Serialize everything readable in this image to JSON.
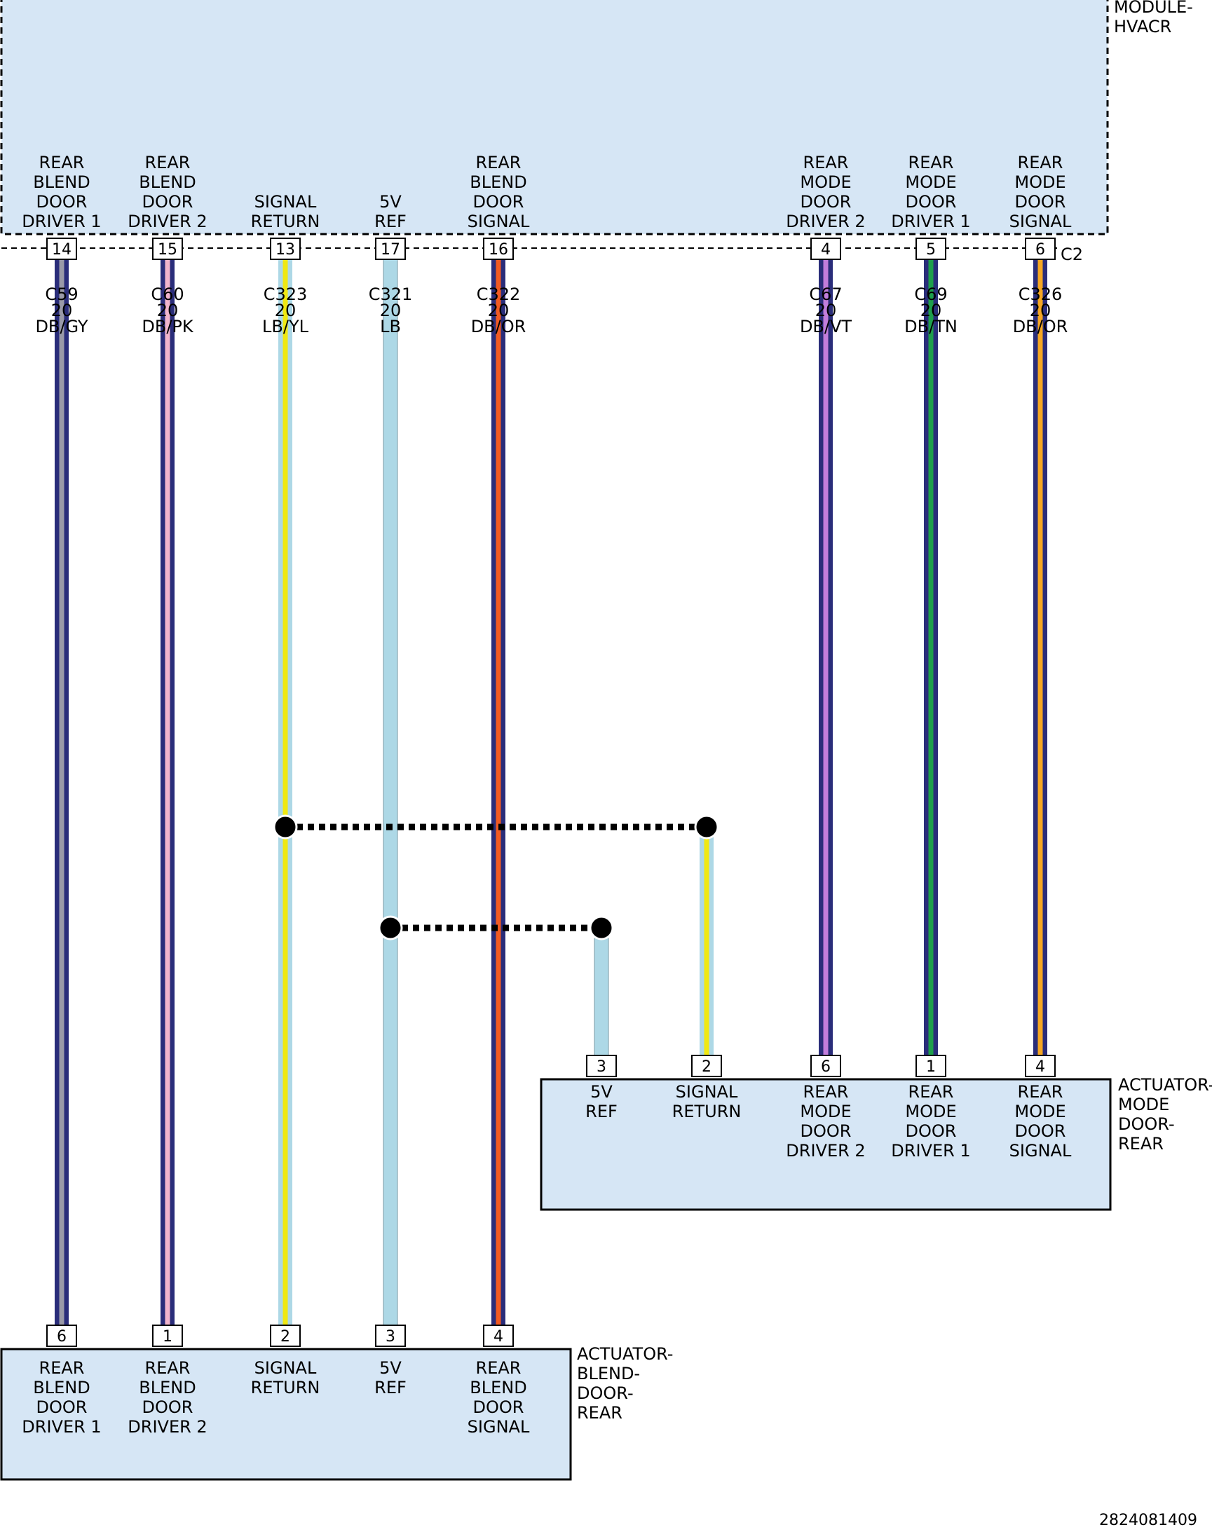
{
  "module": {
    "name_lines": [
      "MODULE-",
      "HVACR"
    ],
    "connector": "C2",
    "pins": [
      {
        "pin": "14",
        "func": [
          "REAR",
          "BLEND",
          "DOOR",
          "DRIVER 1"
        ]
      },
      {
        "pin": "15",
        "func": [
          "REAR",
          "BLEND",
          "DOOR",
          "DRIVER 2"
        ]
      },
      {
        "pin": "13",
        "func": [
          "SIGNAL",
          "RETURN"
        ]
      },
      {
        "pin": "17",
        "func": [
          "5V",
          "REF"
        ]
      },
      {
        "pin": "16",
        "func": [
          "REAR",
          "BLEND",
          "DOOR",
          "SIGNAL"
        ]
      },
      {
        "pin": "4",
        "func": [
          "REAR",
          "MODE",
          "DOOR",
          "DRIVER 2"
        ]
      },
      {
        "pin": "5",
        "func": [
          "REAR",
          "MODE",
          "DOOR",
          "DRIVER 1"
        ]
      },
      {
        "pin": "6",
        "func": [
          "REAR",
          "MODE",
          "DOOR",
          "SIGNAL"
        ]
      }
    ]
  },
  "wires": [
    {
      "circuit": "C59",
      "gauge": "20",
      "color": "DB/GY",
      "base": "#2a2d7a",
      "stripe": "#9a9aa8"
    },
    {
      "circuit": "C60",
      "gauge": "20",
      "color": "DB/PK",
      "base": "#2a2d7a",
      "stripe": "#f2b5cc"
    },
    {
      "circuit": "C323",
      "gauge": "20",
      "color": "LB/YL",
      "base": "#add8e6",
      "stripe": "#f0e811"
    },
    {
      "circuit": "C321",
      "gauge": "20",
      "color": "LB",
      "base": "#add8e6",
      "stripe": "#add8e6"
    },
    {
      "circuit": "C322",
      "gauge": "20",
      "color": "DB/OR",
      "base": "#2a2d7a",
      "stripe": "#f25a22"
    },
    {
      "circuit": "C67",
      "gauge": "20",
      "color": "DB/VT",
      "base": "#2a2d7a",
      "stripe": "#c27ddb"
    },
    {
      "circuit": "C69",
      "gauge": "20",
      "color": "DB/TN",
      "base": "#2a2d7a",
      "stripe": "#1e9e4c"
    },
    {
      "circuit": "C326",
      "gauge": "20",
      "color": "DB/OR",
      "base": "#2a2d7a",
      "stripe": "#f5a623"
    }
  ],
  "blend_actuator": {
    "name_lines": [
      "ACTUATOR-",
      "BLEND-",
      "DOOR-",
      "REAR"
    ],
    "pins": [
      {
        "pin": "6",
        "func": [
          "REAR",
          "BLEND",
          "DOOR",
          "DRIVER 1"
        ]
      },
      {
        "pin": "1",
        "func": [
          "REAR",
          "BLEND",
          "DOOR",
          "DRIVER 2"
        ]
      },
      {
        "pin": "2",
        "func": [
          "SIGNAL",
          "RETURN"
        ]
      },
      {
        "pin": "3",
        "func": [
          "5V",
          "REF"
        ]
      },
      {
        "pin": "4",
        "func": [
          "REAR",
          "BLEND",
          "DOOR",
          "SIGNAL"
        ]
      }
    ]
  },
  "mode_actuator": {
    "name_lines": [
      "ACTUATOR-",
      "MODE",
      "DOOR-",
      "REAR"
    ],
    "pins": [
      {
        "pin": "3",
        "func": [
          "5V",
          "REF"
        ]
      },
      {
        "pin": "2",
        "func": [
          "SIGNAL",
          "RETURN"
        ]
      },
      {
        "pin": "6",
        "func": [
          "REAR",
          "MODE",
          "DOOR",
          "DRIVER 2"
        ]
      },
      {
        "pin": "1",
        "func": [
          "REAR",
          "MODE",
          "DOOR",
          "DRIVER 1"
        ]
      },
      {
        "pin": "4",
        "func": [
          "REAR",
          "MODE",
          "DOOR",
          "SIGNAL"
        ]
      }
    ]
  },
  "figure_id": "2824081409",
  "colors": {
    "module_fill": "#d6e6f5",
    "splice": "#000000"
  }
}
